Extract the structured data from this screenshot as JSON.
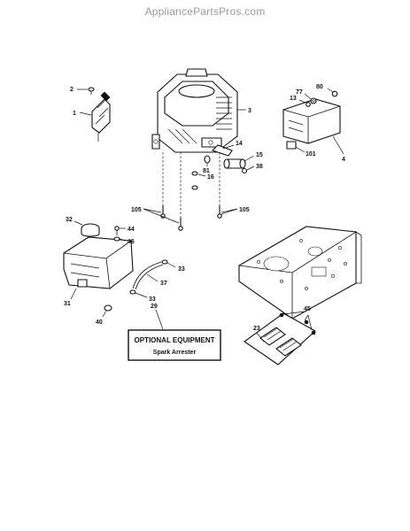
{
  "watermark": "AppliancePartsPros.com",
  "callouts": {
    "c2": "2",
    "c1": "1",
    "c3": "3",
    "c80": "80",
    "c77": "77",
    "c13": "13",
    "c4": "4",
    "c101": "101",
    "c14": "14",
    "c15": "15",
    "c38": "38",
    "c81": "81",
    "c16": "16",
    "c105a": "105",
    "c105b": "105",
    "c32": "32",
    "c44": "44",
    "c46": "46",
    "c31": "31",
    "c40": "40",
    "c33a": "33",
    "c37": "37",
    "c33b": "33",
    "c29": "29",
    "c45": "45",
    "c23": "23"
  },
  "optional_box": {
    "title": "OPTIONAL EQUIPMENT",
    "subtitle": "Spark Arrester"
  }
}
